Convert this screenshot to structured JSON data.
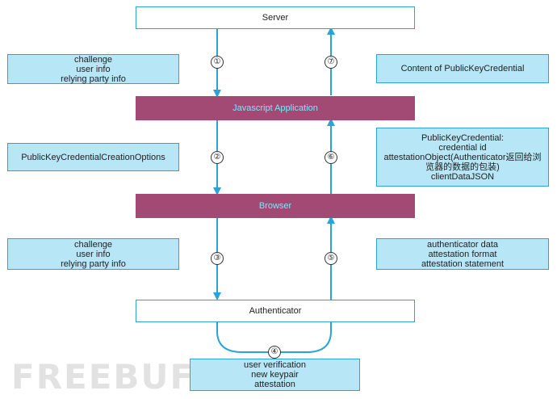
{
  "nodes": {
    "server": "Server",
    "js_app": "Javascript Application",
    "browser": "Browser",
    "authenticator": "Authenticator"
  },
  "notes": {
    "n1": [
      "challenge",
      "user info",
      "relying party info"
    ],
    "n2": [
      "PublicKeyCredentialCreationOptions"
    ],
    "n3": [
      "challenge",
      "user info",
      "relying party info"
    ],
    "n4": [
      "user verification",
      "new keypair",
      "attestation"
    ],
    "n5": [
      "authenticator data",
      "attestation format",
      "attestation statement"
    ],
    "n6": [
      "PublicKeyCredential:",
      "credential id",
      "attestationObject(Authenticator返回给浏",
      "览器的数据的包装)",
      "clientDataJSON"
    ],
    "n7": [
      "Content of  PublicKeyCredential"
    ]
  },
  "steps": [
    "①",
    "②",
    "③",
    "④",
    "⑤",
    "⑥",
    "⑦"
  ],
  "watermark": "FREEBUF",
  "colors": {
    "arrow": "#2aa3d8",
    "purple": "#a34a74",
    "note_fill": "#b7e6f6",
    "purple_text": "#7fe3ff"
  }
}
